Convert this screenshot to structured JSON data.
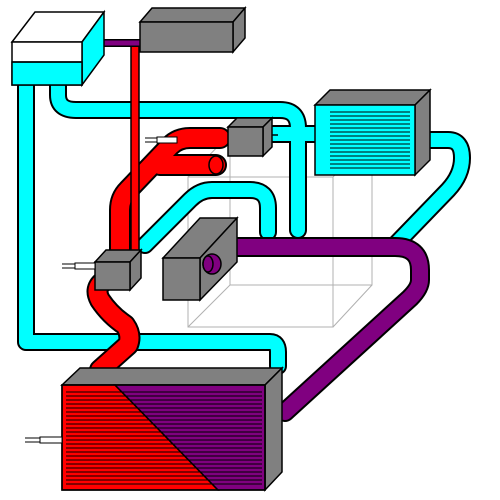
{
  "diagram": {
    "kind": "hvac-piping-schematic",
    "colors": {
      "coolant": "#00FFFF",
      "hot": "#FF0000",
      "mixed": "#800080",
      "body": "#808080",
      "outline": "#000000",
      "background": "#FFFFFF",
      "wire": "#B0B0B0"
    },
    "components": [
      "expansion-tank",
      "reservoir-box",
      "heater-core",
      "upper-valve",
      "lower-valve",
      "pump-housing",
      "radiator"
    ],
    "sensors": [
      "upper-valve-sensor",
      "lower-valve-sensor",
      "radiator-sensor"
    ]
  }
}
